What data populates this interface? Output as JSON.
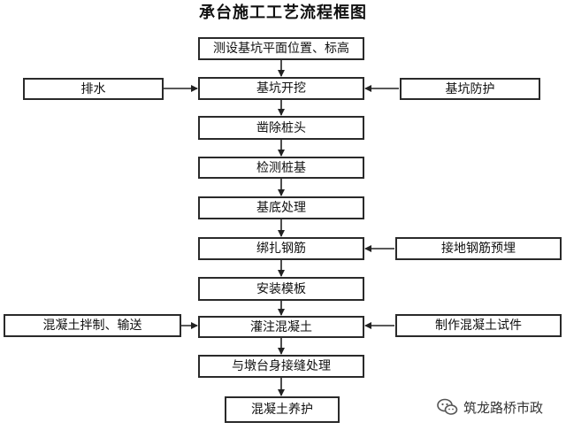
{
  "title": "承台施工工艺流程框图",
  "main_steps": [
    "测设基坑平面位置、标高",
    "基坑开挖",
    "凿除桩头",
    "检测桩基",
    "基底处理",
    "绑扎钢筋",
    "安装模板",
    "灌注混凝土",
    "与墩台身接缝处理",
    "混凝土养护"
  ],
  "side_steps": {
    "drainage": "排水",
    "pit_protection": "基坑防护",
    "embed_grounding": "接地钢筋预埋",
    "concrete_mix": "混凝土拌制、输送",
    "test_specimen": "制作混凝土试件"
  },
  "watermark": "筑龙路桥市政"
}
